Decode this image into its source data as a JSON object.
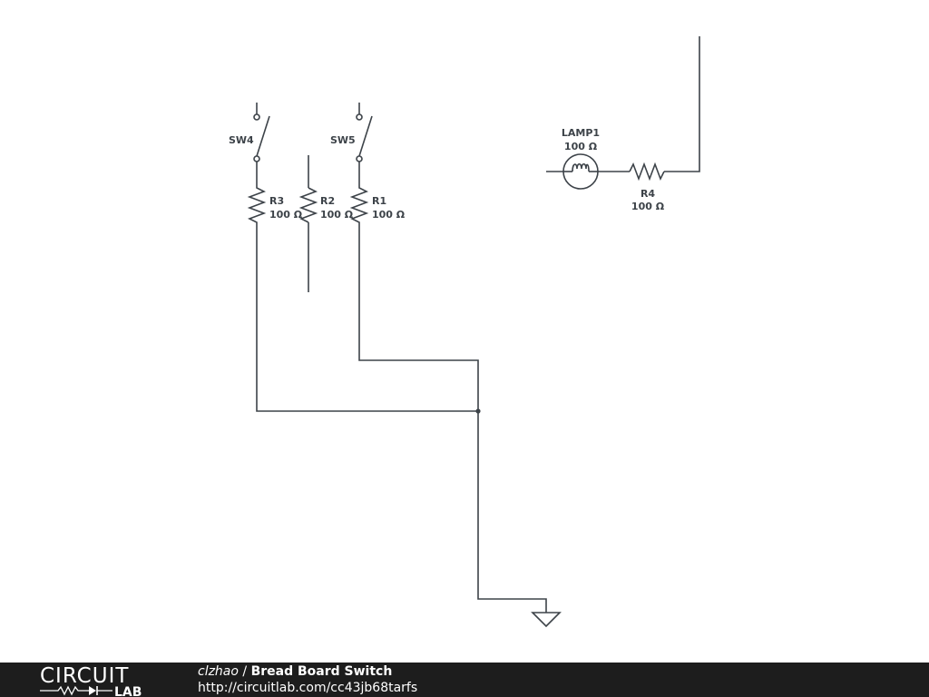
{
  "diagram": {
    "components": {
      "sw4": {
        "name": "SW4"
      },
      "sw5": {
        "name": "SW5"
      },
      "r1": {
        "name": "R1",
        "value": "100 Ω"
      },
      "r2": {
        "name": "R2",
        "value": "100 Ω"
      },
      "r3": {
        "name": "R3",
        "value": "100 Ω"
      },
      "r4": {
        "name": "R4",
        "value": "100 Ω"
      },
      "lamp1": {
        "name": "LAMP1",
        "value": "100 Ω"
      }
    }
  },
  "footer": {
    "logo_top": "CIRCUIT",
    "logo_bottom": "LAB",
    "author": "clzhao",
    "separator": " / ",
    "title": "Bread Board Switch",
    "url": "http://circuitlab.com/cc43jb68tarfs"
  },
  "colors": {
    "wire": "#3d4349",
    "footer_background": "#1d1d1d"
  }
}
